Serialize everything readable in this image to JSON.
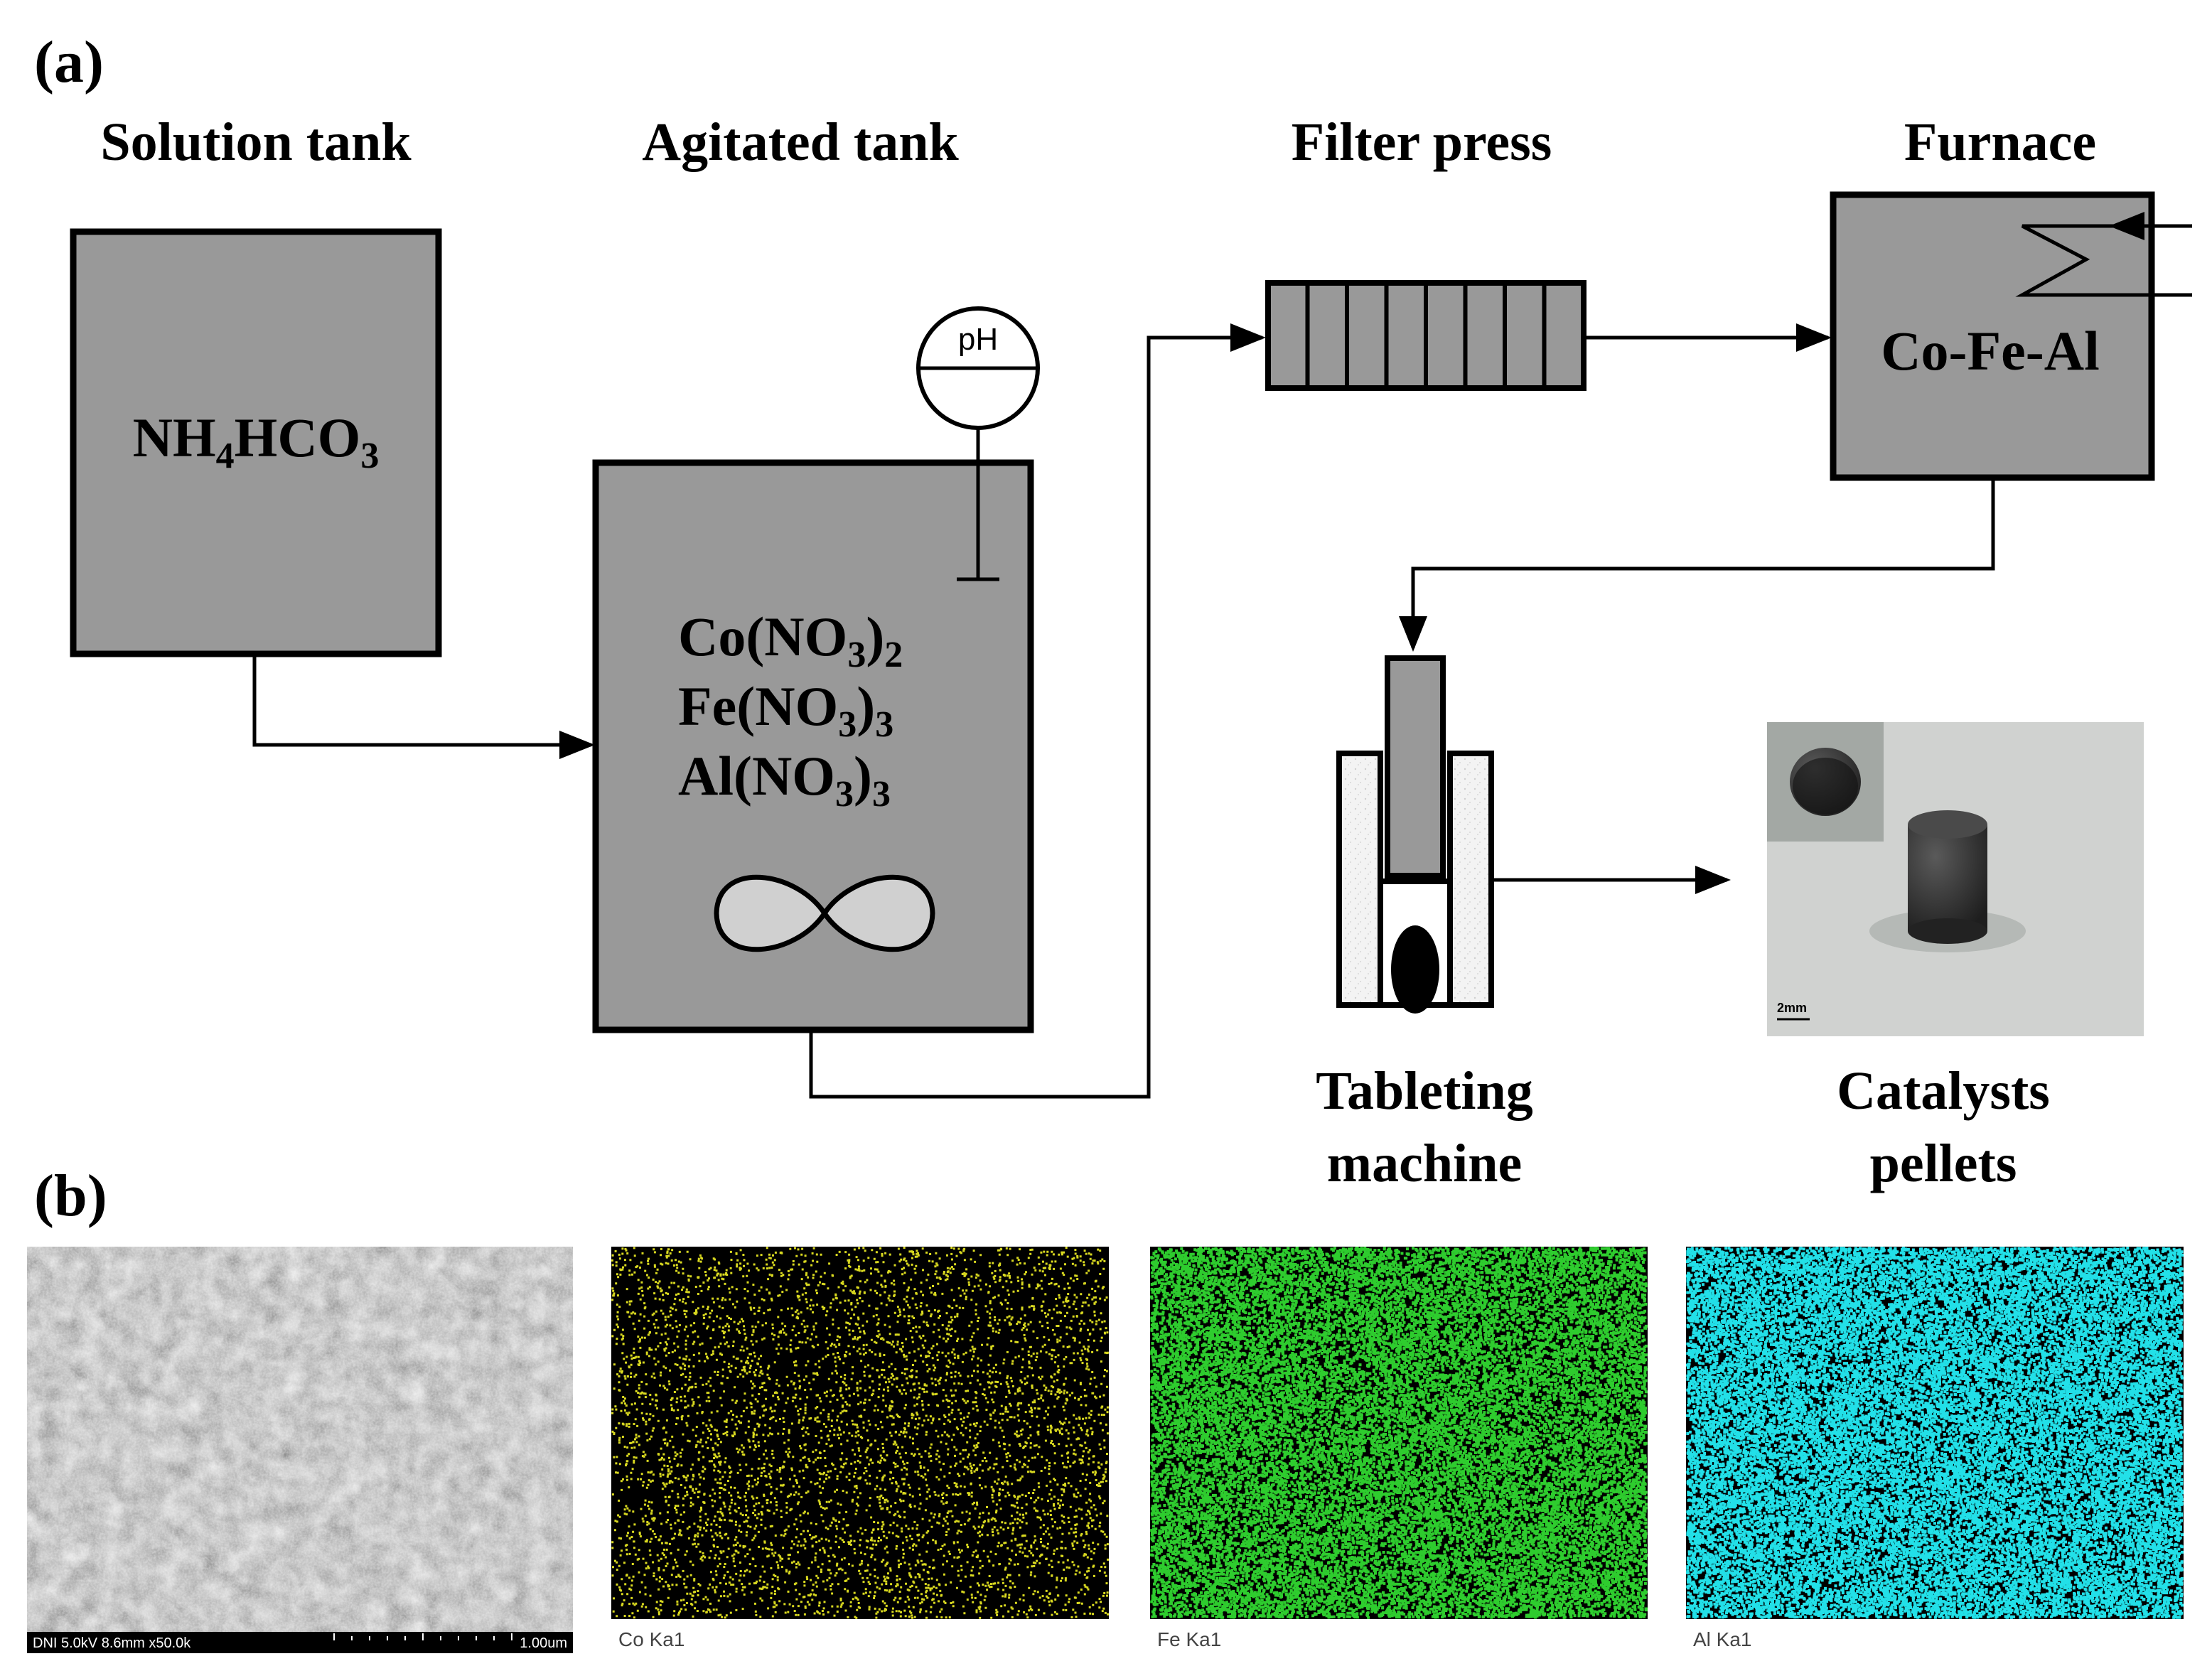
{
  "panel_a": {
    "label": "(a)",
    "stages": {
      "solution_tank": "Solution tank",
      "agitated_tank": "Agitated tank",
      "filter_press": "Filter press",
      "furnace": "Furnace",
      "tableting_line1": "Tableting",
      "tableting_line2": "machine",
      "pellets_line1": "Catalysts",
      "pellets_line2": "pellets"
    },
    "solution_tank_content": {
      "pre": "NH",
      "sub1": "4",
      "mid": "HCO",
      "sub2": "3"
    },
    "agitated_tank_content": [
      {
        "pre": "Co(NO",
        "sub1": "3",
        "mid": ")",
        "sub2": "2"
      },
      {
        "pre": "Fe(NO",
        "sub1": "3",
        "mid": ")",
        "sub2": "3"
      },
      {
        "pre": "Al(NO",
        "sub1": "3",
        "mid": ")",
        "sub2": "3"
      }
    ],
    "ph_probe_label": "pH",
    "furnace_content": "Co-Fe-Al",
    "photo_scale_bar": "2mm"
  },
  "panel_b": {
    "label": "(b)",
    "sem_info": "DNI 5.0kV 8.6mm x50.0k",
    "sem_scale": "1.00um",
    "maps": [
      {
        "label": "Co Ka1",
        "color": "#d8d820"
      },
      {
        "label": "Fe Ka1",
        "color": "#2ecc2e"
      },
      {
        "label": "Al Ka1",
        "color": "#22e0e8"
      }
    ]
  },
  "colors": {
    "equipment_fill": "#999999",
    "mixer_fill": "#d0d0d0",
    "stroke": "#000000"
  }
}
